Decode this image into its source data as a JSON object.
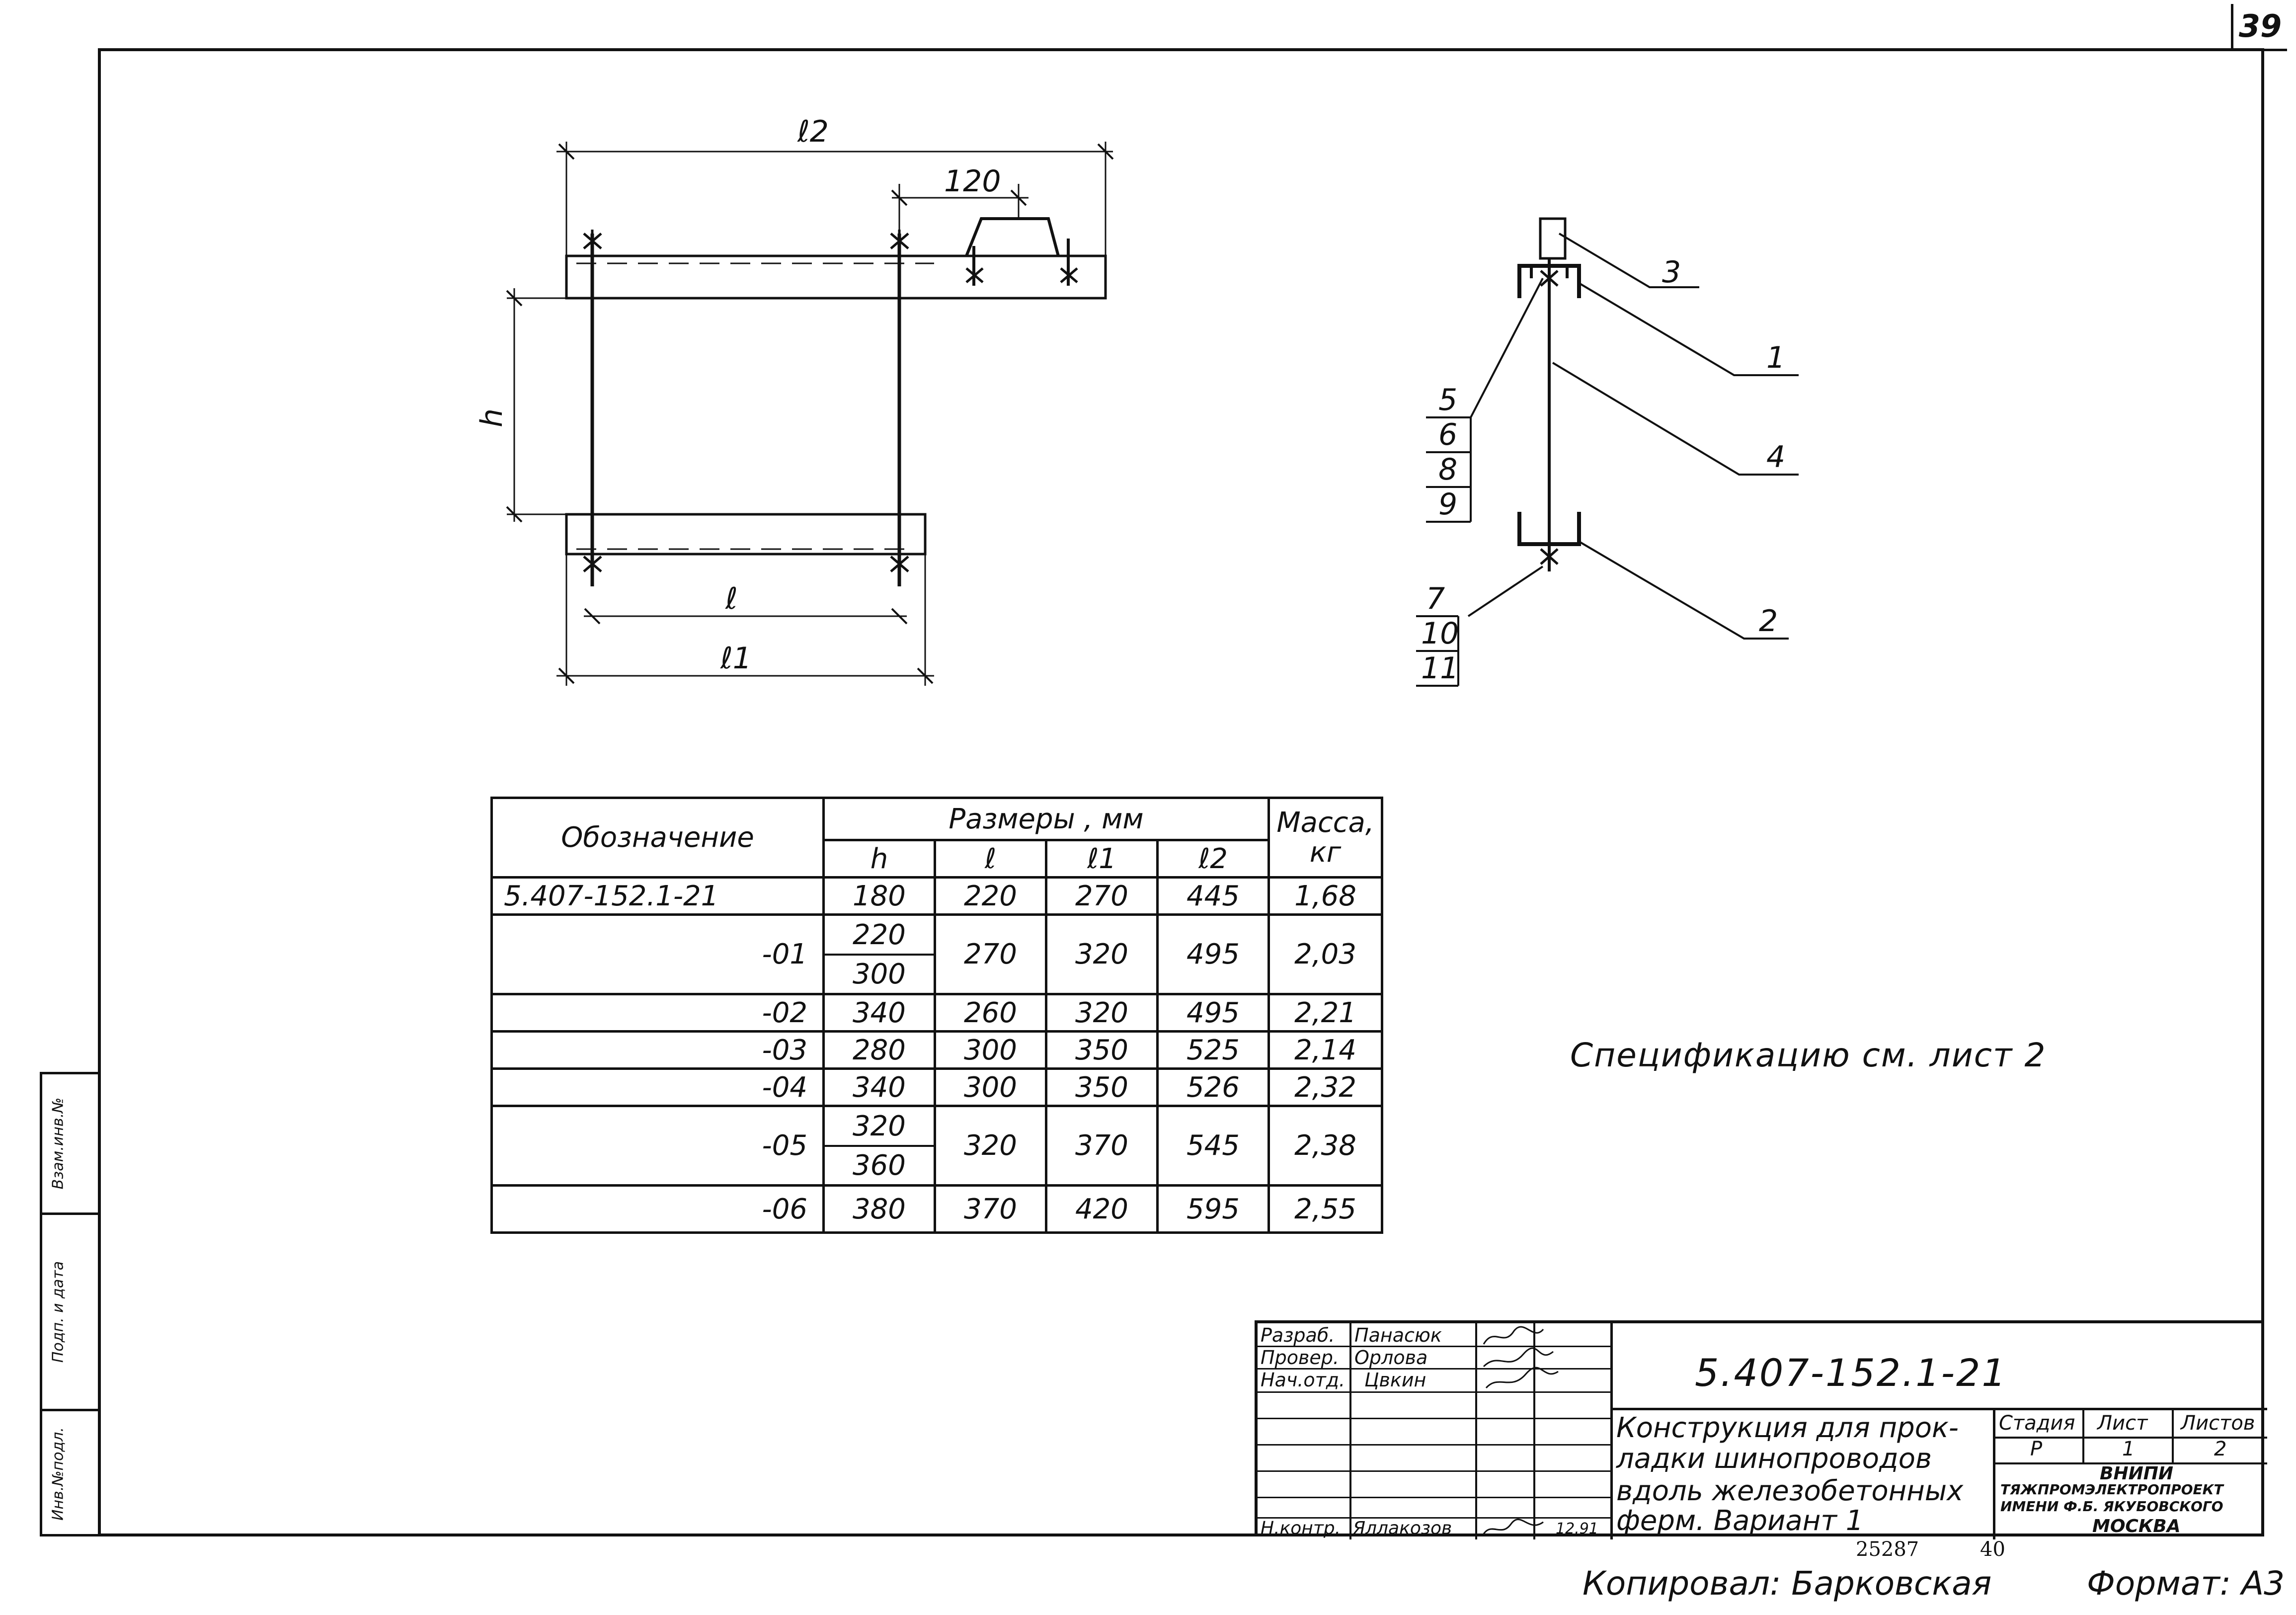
{
  "sheet_number": "39",
  "drawing": {
    "dim_l2": "ℓ2",
    "dim_120": "120",
    "dim_h": "h",
    "dim_l": "ℓ",
    "dim_l1": "ℓ1",
    "callouts": {
      "c3": "3",
      "c1": "1",
      "c4": "4",
      "c2": "2",
      "c5": "5",
      "c6": "6",
      "c8": "8",
      "c9": "9",
      "c7": "7",
      "c10": "10",
      "c11": "11"
    }
  },
  "table": {
    "header_designation": "Обозначение",
    "header_sizes": "Размеры , мм",
    "header_mass": "Масса, кг",
    "header_h": "h",
    "header_l": "ℓ",
    "header_l1": "ℓ1",
    "header_l2": "ℓ2",
    "rows": [
      {
        "code": "5.407-152.1-21",
        "h": "180",
        "h2": "",
        "l": "220",
        "l1": "270",
        "l2": "445",
        "mass": "1,68"
      },
      {
        "code": "-01",
        "h": "220",
        "h2": "300",
        "l": "270",
        "l1": "320",
        "l2": "495",
        "mass": "2,03"
      },
      {
        "code": "-02",
        "h": "340",
        "h2": "",
        "l": "260",
        "l1": "320",
        "l2": "495",
        "mass": "2,21"
      },
      {
        "code": "-03",
        "h": "280",
        "h2": "",
        "l": "300",
        "l1": "350",
        "l2": "525",
        "mass": "2,14"
      },
      {
        "code": "-04",
        "h": "340",
        "h2": "",
        "l": "300",
        "l1": "350",
        "l2": "526",
        "mass": "2,32"
      },
      {
        "code": "-05",
        "h": "320",
        "h2": "360",
        "l": "320",
        "l1": "370",
        "l2": "545",
        "mass": "2,38"
      },
      {
        "code": "-06",
        "h": "380",
        "h2": "",
        "l": "370",
        "l1": "420",
        "l2": "595",
        "mass": "2,55"
      }
    ]
  },
  "spec_note": "Спецификацию см. лист 2",
  "side_strip": {
    "inv_podl": "Инв.№подл.",
    "podp_data": "Подп. и дата",
    "vzam_inv": "Взам.инв.№"
  },
  "title_block": {
    "role_develop": "Разраб.",
    "role_check": "Провер.",
    "role_head": "Нач.отд.",
    "role_norm": "Н.контр.",
    "name_develop": "Панасюк",
    "name_check": "Орлова",
    "name_head": "Цвкин",
    "name_norm": "Яллакозов",
    "norm_date": "12.91",
    "doc_code": "5.407-152.1-21",
    "doc_title_1": "Конструкция для прок-",
    "doc_title_2": "ладки шинопроводов",
    "doc_title_3": "вдоль железобетонных",
    "doc_title_4": "ферм. Вариант 1",
    "stage_label": "Стадия",
    "sheet_label": "Лист",
    "sheets_label": "Листов",
    "stage": "Р",
    "sheet": "1",
    "sheets": "2",
    "org_1": "ВНИПИ",
    "org_2": "ТЯЖПРОМЭЛЕКТРОПРОЕКТ",
    "org_3": "ИМЕНИ Ф.Б. ЯКУБОВСКОГО",
    "org_4": "МОСКВА"
  },
  "footer": {
    "number_left": "25287",
    "number_right": "40",
    "copied": "Копировал: Барковская",
    "format": "Формат: А3"
  }
}
